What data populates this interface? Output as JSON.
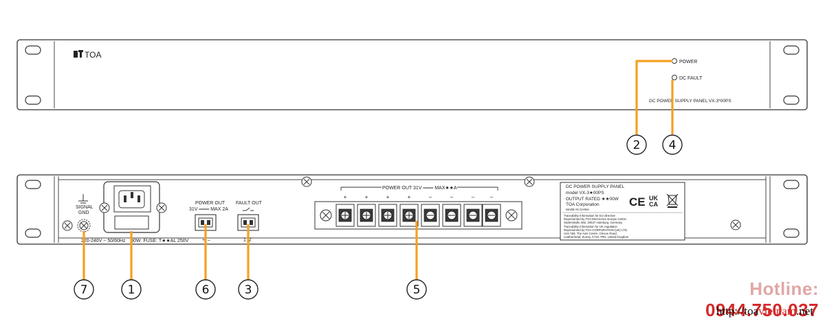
{
  "front_panel": {
    "brand": "TOA",
    "led_power_label": "POWER",
    "led_fault_label": "DC FAULT",
    "model_caption": "DC POWER SUPPLY PANEL VX-3*00PS"
  },
  "rear_panel": {
    "signal_gnd_line1": "SIGNAL",
    "signal_gnd_line2": "GND",
    "ac_rating": "220-240V ~ 50/60Hz    00W  FUSE: T★★AL 250V",
    "power_out_title": "POWER OUT",
    "power_out_rating": "31V ═══ MAX 2A",
    "power_out_polarity": "+  –",
    "fault_out_title": "FAULT OUT",
    "fault_out_pins": "1  2",
    "terminal_title": "POWER OUT 31V ═══ MAX★★A",
    "terminal_polarity": [
      "+",
      "+",
      "+",
      "+",
      "–",
      "–",
      "–",
      "–"
    ],
    "label_plate": {
      "line1": "DC POWER SUPPLY PANEL",
      "line2": "model VX-3★00PS",
      "line3": "OUTPUT RATED ★★00W",
      "line4": "TOA Corporation",
      "line5": "MADE IN CHINA",
      "marks": [
        "CE",
        "UK CA"
      ],
      "eu_lines": [
        "Traceability Information for EU directive",
        "Represented by TOA Electronics Europe GmbH",
        "Süderstraße 282, 20537 Hamburg, Germany"
      ],
      "uk_lines": [
        "Traceability Information for UK regulation",
        "Represented by TOA CORPORATION (UK) LTD.",
        "Unit 7&8, The Axis Centre, Cleeve Road,",
        "Leatherhead, Surrey, KT22 7RD, United Kingdom"
      ]
    }
  },
  "callouts": {
    "c1": "1",
    "c2": "2",
    "c3": "3",
    "c4": "4",
    "c5": "5",
    "c6": "6",
    "c7": "7"
  },
  "watermark": {
    "hotline_label": "Hotline:",
    "hotline_number": " 0944.750.037",
    "url_prefix": "http://toa",
    "url_red": "vietnam",
    "url_suffix": ".net"
  },
  "colors": {
    "leader": "#f5a020",
    "hotline_red": "#d42a2a",
    "hotline_label_pink": "#e1a6a6"
  }
}
